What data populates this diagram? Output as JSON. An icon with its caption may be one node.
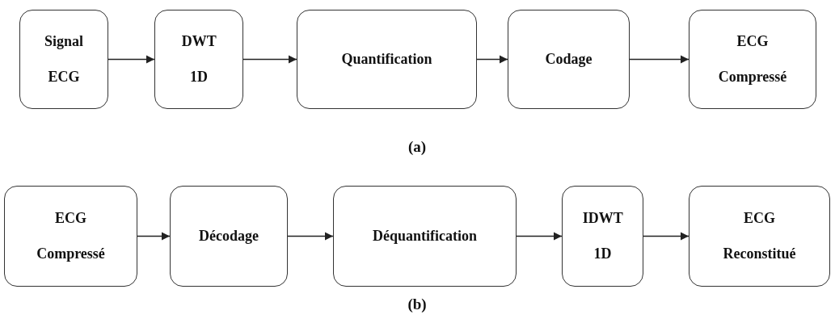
{
  "diagram": {
    "nodes": [
      {
        "text": [
          "Signal ECG"
        ]
      },
      {
        "text": [
          "DWT 1D"
        ]
      },
      {
        "text": [
          "Quantification"
        ]
      },
      {
        "text": [
          "Codage"
        ]
      },
      {
        "text": [
          "ECG Compressé"
        ]
      },
      {
        "text": [
          "ECG Compressé"
        ]
      },
      {
        "text": [
          "Décodage"
        ]
      },
      {
        "text": [
          "Déquantification"
        ]
      },
      {
        "text": [
          "IDWT 1D"
        ]
      },
      {
        "text": [
          "ECG Reconstitué"
        ]
      }
    ],
    "edges": [
      {
        "from": 0,
        "to": 1,
        "arrow": "to"
      },
      {
        "from": 1,
        "to": 2,
        "arrow": "to"
      },
      {
        "from": 2,
        "to": 3,
        "arrow": "to"
      },
      {
        "from": 3,
        "to": 4,
        "arrow": "to"
      },
      {
        "from": 5,
        "to": 6,
        "arrow": "to"
      },
      {
        "from": 6,
        "to": 7,
        "arrow": "to"
      },
      {
        "from": 7,
        "to": 8,
        "arrow": "to"
      },
      {
        "from": 8,
        "to": 9,
        "arrow": "to"
      }
    ],
    "labels": [
      "(a)",
      "(b)"
    ]
  }
}
